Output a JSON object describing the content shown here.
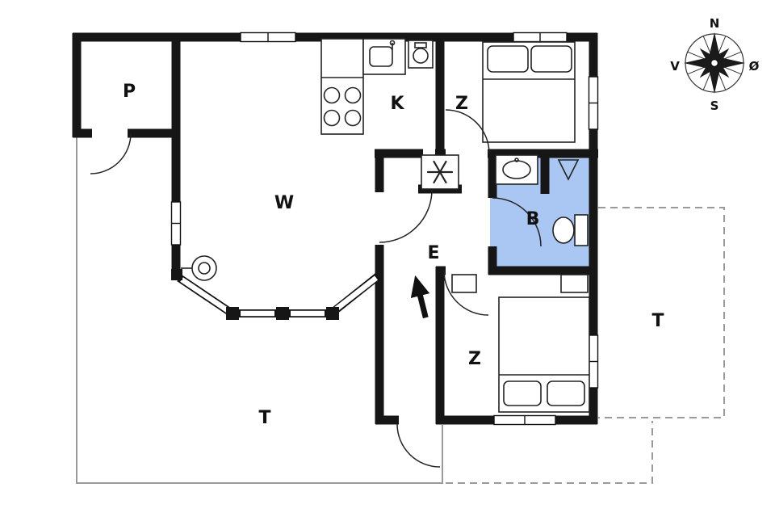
{
  "colors": {
    "wall": "#161616",
    "bathroom_fill": "#a9c7f2",
    "terrace_outline": "#9a9a9a",
    "background": "#ffffff"
  },
  "rooms": {
    "p": "P",
    "k": "K",
    "z_top": "Z",
    "w": "W",
    "b": "B",
    "e": "E",
    "z_bottom": "Z",
    "t_south": "T",
    "t_east": "T"
  },
  "compass": {
    "north": "N",
    "east": "Ø",
    "south": "S",
    "west": "V"
  },
  "icons": {
    "compass": "compass-rose-icon",
    "freezer": "snowflake-icon",
    "entrance": "entrance-arrow-icon",
    "stove": "wood-stove-icon"
  }
}
